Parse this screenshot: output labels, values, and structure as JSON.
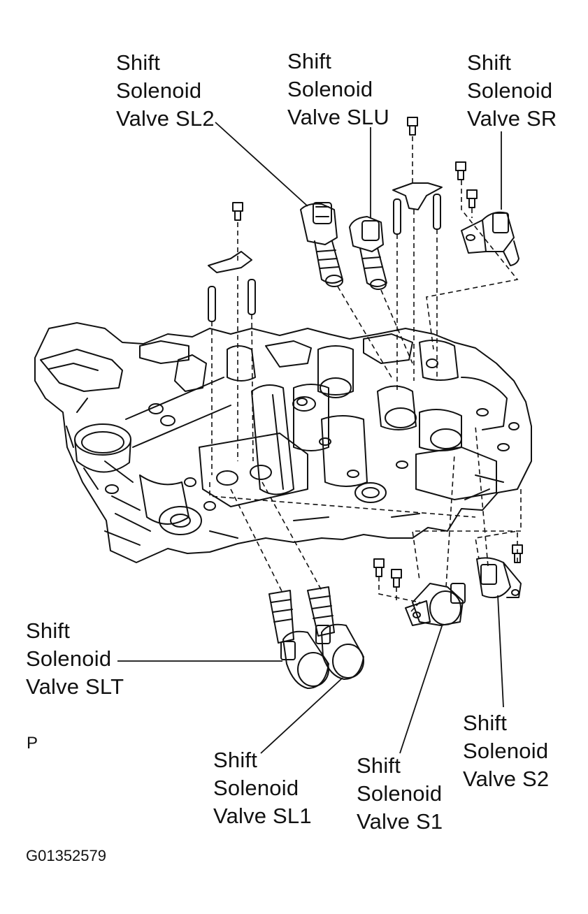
{
  "labels": {
    "sl2": {
      "l1": "Shift",
      "l2": "Solenoid",
      "l3": "Valve SL2"
    },
    "slu": {
      "l1": "Shift",
      "l2": "Solenoid",
      "l3": "Valve SLU"
    },
    "sr": {
      "l1": "Shift",
      "l2": "Solenoid",
      "l3": "Valve SR"
    },
    "slt": {
      "l1": "Shift",
      "l2": "Solenoid",
      "l3": "Valve SLT"
    },
    "sl1": {
      "l1": "Shift",
      "l2": "Solenoid",
      "l3": "Valve SL1"
    },
    "s1": {
      "l1": "Shift",
      "l2": "Solenoid",
      "l3": "Valve S1"
    },
    "s2": {
      "l1": "Shift",
      "l2": "Solenoid",
      "l3": "Valve S2"
    }
  },
  "view_mark": "P",
  "figure_id": "G01352579",
  "colors": {
    "ink": "#111111",
    "paper": "#ffffff"
  }
}
